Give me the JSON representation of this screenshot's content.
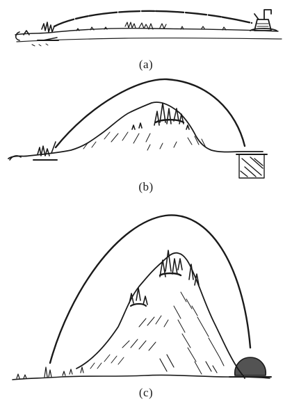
{
  "panels": [
    {
      "id": "a",
      "caption": "(a)",
      "description_name": "low-hill-trajectory"
    },
    {
      "id": "b",
      "caption": "(b)",
      "description_name": "medium-hill-trajectory"
    },
    {
      "id": "c",
      "caption": "(c)",
      "description_name": "high-hill-trajectory"
    }
  ],
  "colors": {
    "ink": "#1a1a1a",
    "paper": "#ffffff"
  }
}
